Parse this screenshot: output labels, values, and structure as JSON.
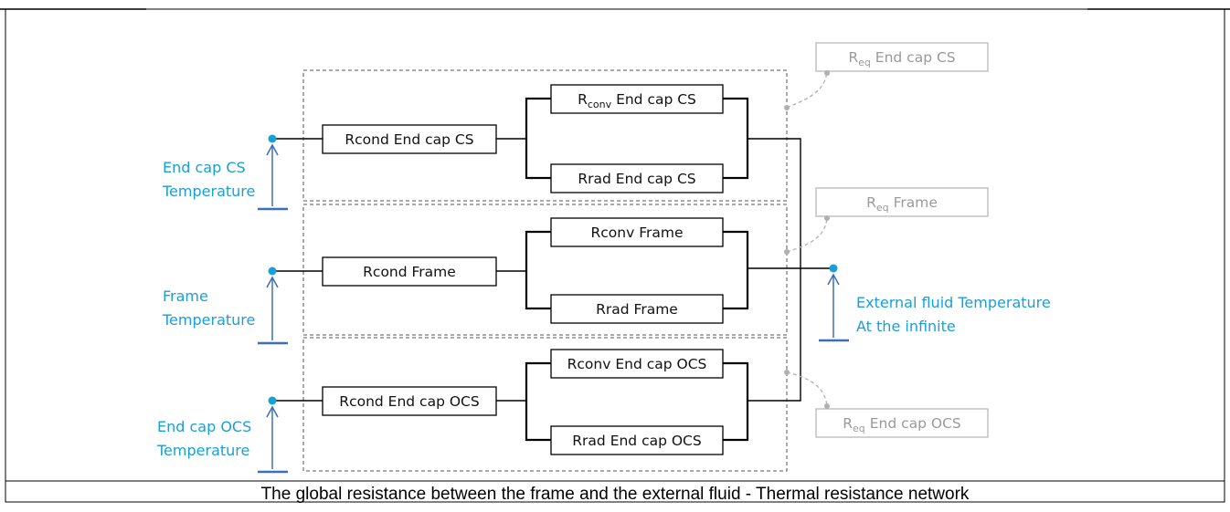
{
  "caption": "The global resistance between the frame and the external fluid - Thermal resistance network",
  "sources": [
    {
      "line1": "End cap CS",
      "line2": "Temperature"
    },
    {
      "line1": "Frame",
      "line2": "Temperature"
    },
    {
      "line1": "End cap OCS",
      "line2": "Temperature"
    }
  ],
  "rcond": [
    "Rcond End cap CS",
    "Rcond Frame",
    "Rcond End cap OCS"
  ],
  "rconv": [
    {
      "main": "R",
      "sub": "conv",
      "rest": " End cap CS"
    },
    {
      "main": "Rconv Frame",
      "sub": "",
      "rest": ""
    },
    {
      "main": "Rconv End cap OCS",
      "sub": "",
      "rest": ""
    }
  ],
  "rrad": [
    "Rrad End cap CS",
    "Rrad Frame",
    "Rrad End cap OCS"
  ],
  "req": [
    {
      "main": "R",
      "sub": "eq",
      "rest": " End cap CS"
    },
    {
      "main": "R",
      "sub": "eq",
      "rest": " Frame"
    },
    {
      "main": "R",
      "sub": "eq",
      "rest": " End cap OCS"
    }
  ],
  "external": {
    "line1": "External fluid Temperature",
    "line2": "At the infinite"
  },
  "colors": {
    "accent": "#1a9fd6",
    "ground": "#3d6fb6",
    "grey": "#9a9a9a"
  }
}
